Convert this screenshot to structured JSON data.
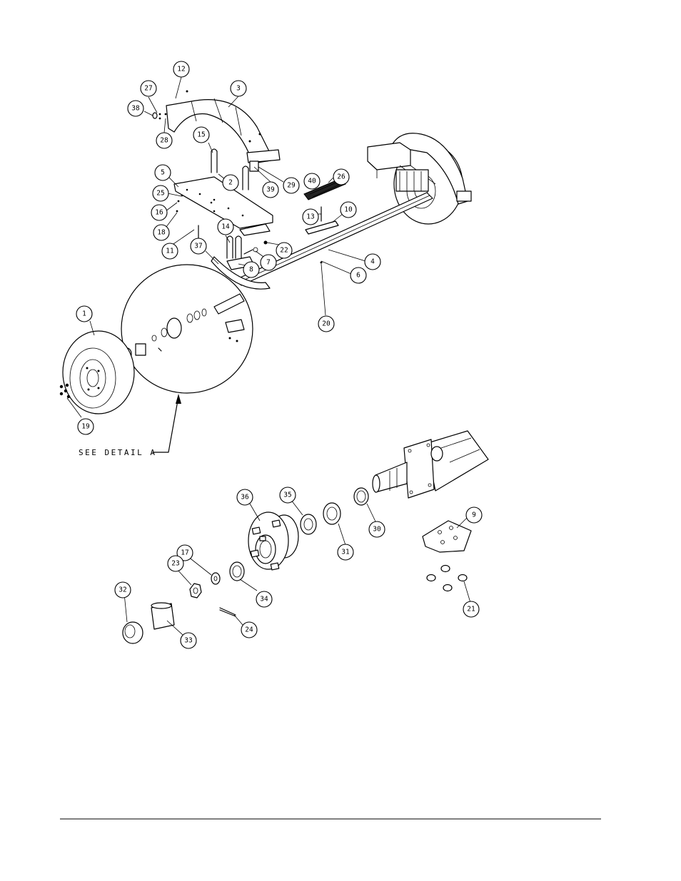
{
  "detail_callout": "SEE DETAIL  A",
  "callouts": {
    "c12": "12",
    "c3": "3",
    "c27": "27",
    "c38": "38",
    "c28": "28",
    "c15": "15",
    "c5": "5",
    "c2": "2",
    "c39": "39",
    "c29": "29",
    "c40": "40",
    "c26": "26",
    "c25": "25",
    "c16": "16",
    "c18": "18",
    "c13": "13",
    "c10": "10",
    "c11": "11",
    "c14": "14",
    "c37": "37",
    "c22": "22",
    "c7": "7",
    "c8": "8",
    "c4": "4",
    "c6": "6",
    "c20": "20",
    "c1": "1",
    "c19": "19",
    "c36": "36",
    "c35": "35",
    "c30": "30",
    "c31": "31",
    "c9": "9",
    "c17": "17",
    "c23": "23",
    "c34": "34",
    "c32": "32",
    "c33": "33",
    "c24": "24",
    "c21": "21"
  }
}
